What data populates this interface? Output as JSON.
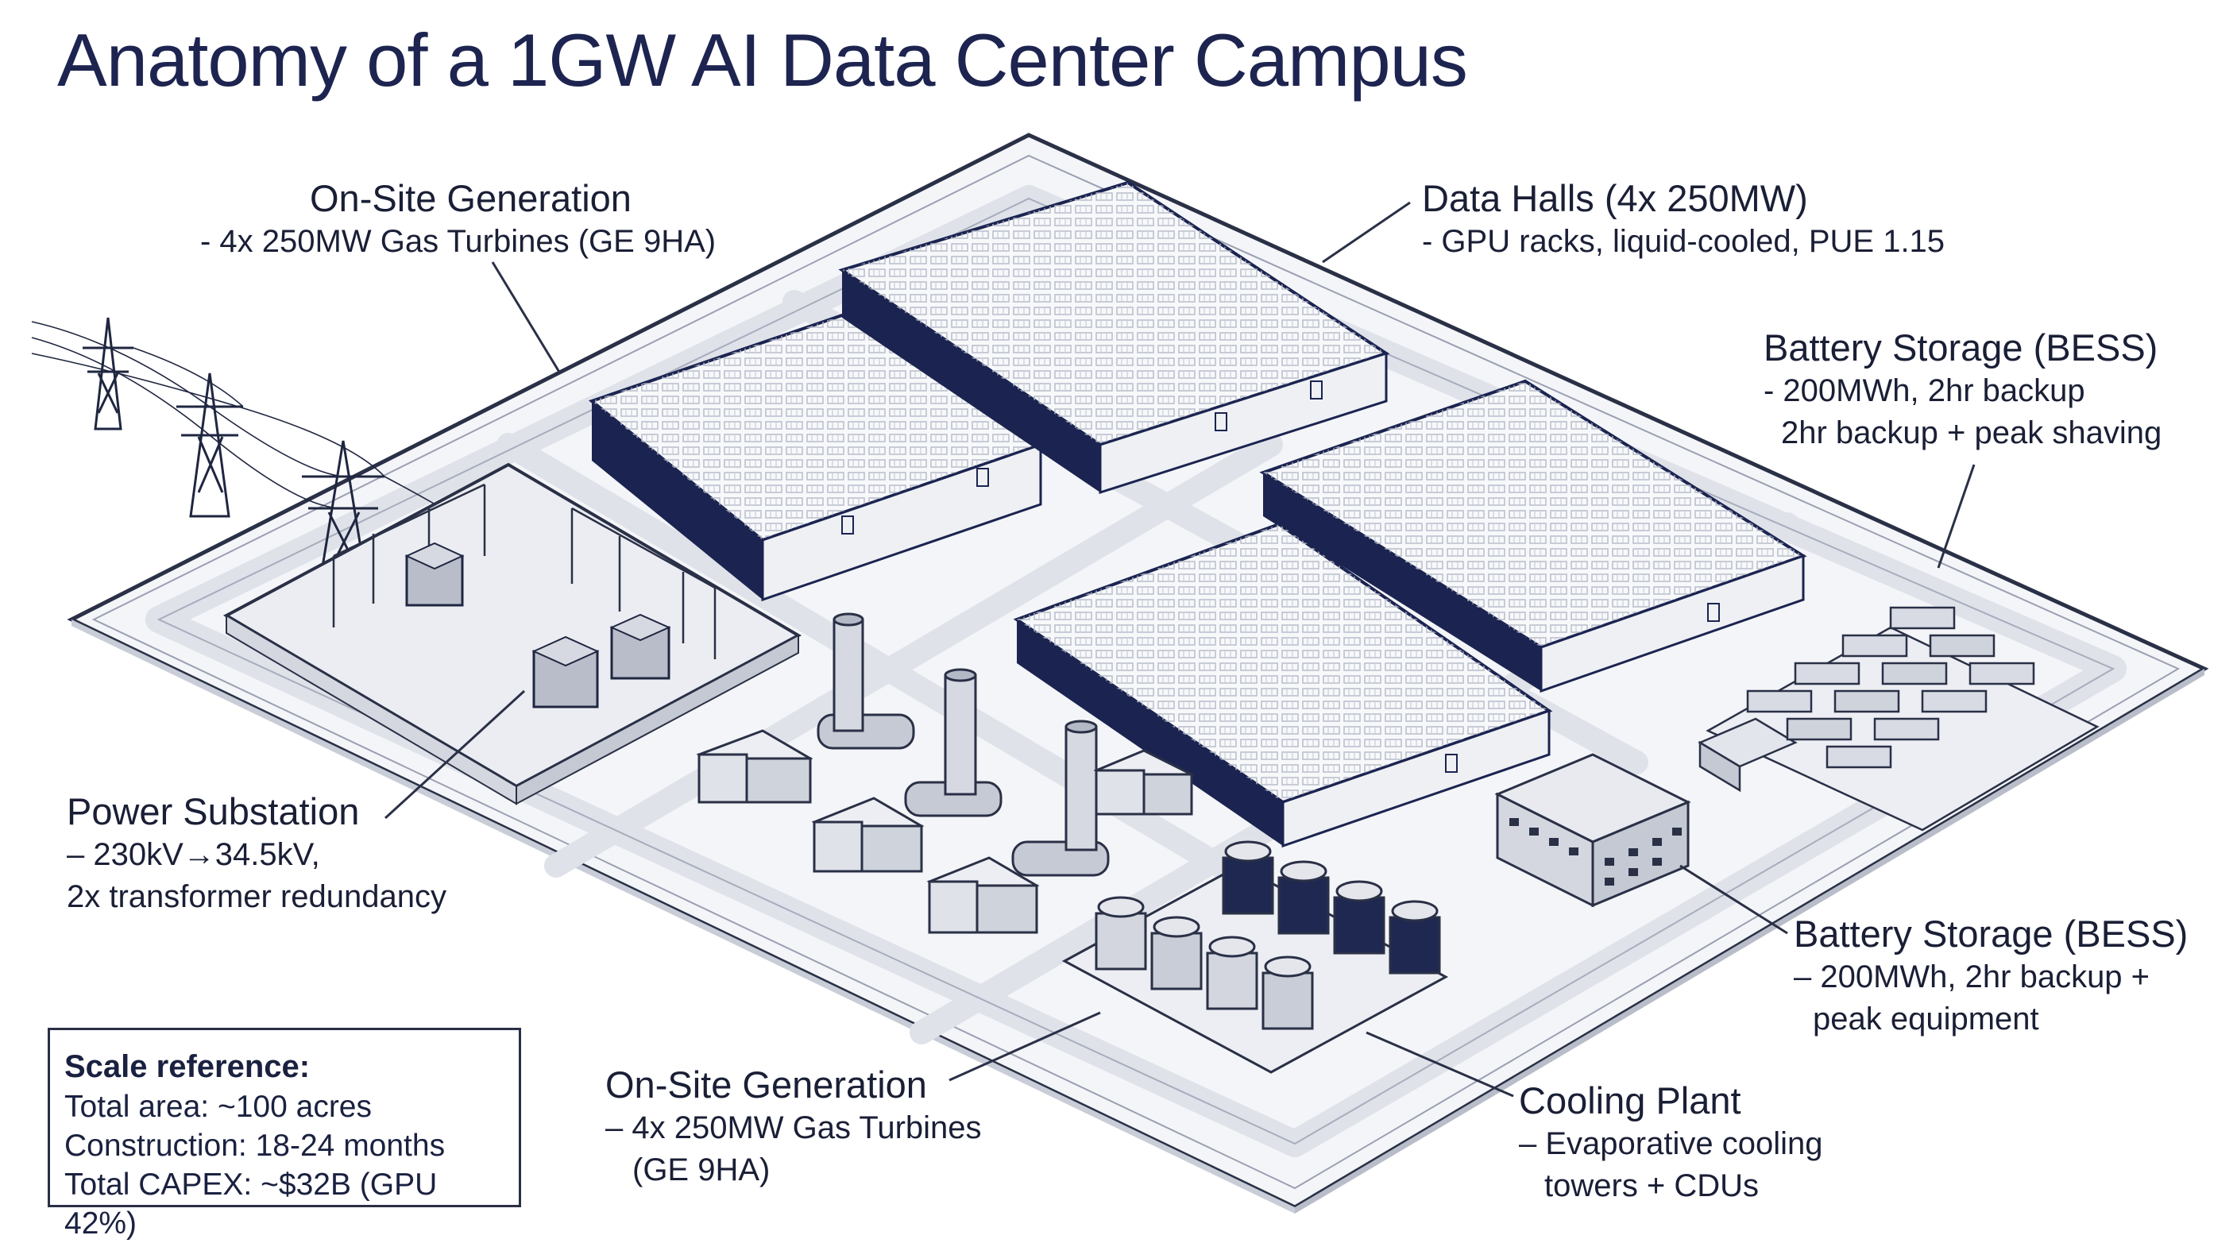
{
  "title": "Anatomy of a 1GW AI Data Center Campus",
  "callouts": {
    "gen_top": {
      "heading": "On-Site Generation",
      "lines": [
        "- 4x 250MW Gas Turbines (GE 9HA)"
      ]
    },
    "data_halls": {
      "heading": "Data Halls (4x 250MW)",
      "lines": [
        "- GPU racks, liquid-cooled, PUE 1.15"
      ]
    },
    "bess_top": {
      "heading": "Battery Storage (BESS)",
      "lines": [
        "- 200MWh, 2hr backup",
        "2hr backup + peak shaving"
      ]
    },
    "substation": {
      "heading": "Power Substation",
      "lines": [
        "– 230kV→34.5kV,",
        "2x transformer redundancy"
      ]
    },
    "bess_bottom": {
      "heading": "Battery Storage (BESS)",
      "lines": [
        "– 200MWh, 2hr backup +",
        "peak equipment"
      ]
    },
    "gen_bottom": {
      "heading": "On-Site Generation",
      "lines": [
        "– 4x 250MW Gas Turbines",
        "(GE 9HA)"
      ]
    },
    "cooling": {
      "heading": "Cooling Plant",
      "lines": [
        "– Evaporative cooling",
        "towers + CDUs"
      ]
    }
  },
  "scale_reference": {
    "heading": "Scale reference:",
    "lines": [
      "Total area: ~100 acres",
      "Construction: 18-24 months",
      "Total CAPEX: ~$32B (GPU 42%)"
    ]
  },
  "colors": {
    "navy": "#1b2450",
    "line": "#2c3348",
    "ground": "#f4f5f8",
    "road": "#dfe2e9",
    "building_top": "#f7f8fa"
  }
}
